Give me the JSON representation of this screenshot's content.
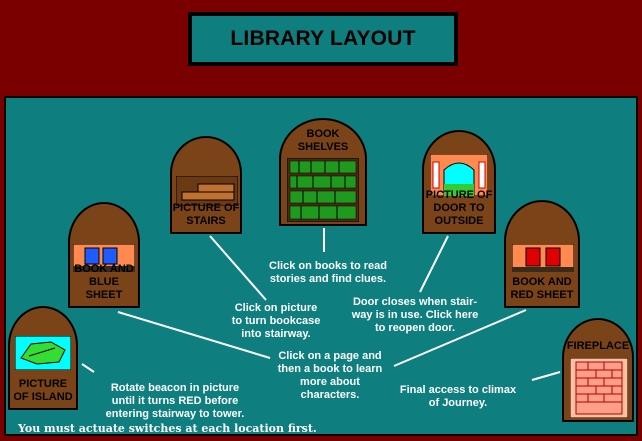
{
  "title": "LIBRARY LAYOUT",
  "alcoves": {
    "island": "PICTURE\nOF ISLAND",
    "blue_sheet": "BOOK AND\nBLUE SHEET",
    "stairs": "PICTURE OF\nSTAIRS",
    "shelves": "BOOK\nSHELVES",
    "door": "PICTURE OF\nDOOR TO\nOUTSIDE",
    "red_sheet": "BOOK AND\nRED SHEET",
    "fireplace": "FIREPLACE"
  },
  "notes": {
    "books": "Click on books to read\nstories and find clues.",
    "picture": "Click on picture\nto turn bookcase\ninto stairway.",
    "door": "Door closes when stair-\nway is in use.  Click here\nto reopen door.",
    "page": "Click on a page and\nthen a book to learn\nmore about characters.",
    "beacon": "Rotate beacon in picture\nuntil it turns RED before\nentering  stairway to tower.",
    "climax": "Final access to climax\nof Journey."
  },
  "footer": "You must actuate switches at each location first.",
  "colors": {
    "frame": "#7a0000",
    "panel": "#0e7e7e",
    "alcove": "#7b4418",
    "book_blue": "#1e5cff",
    "book_red": "#e00000",
    "shelf_green": "#1e9a1e"
  }
}
